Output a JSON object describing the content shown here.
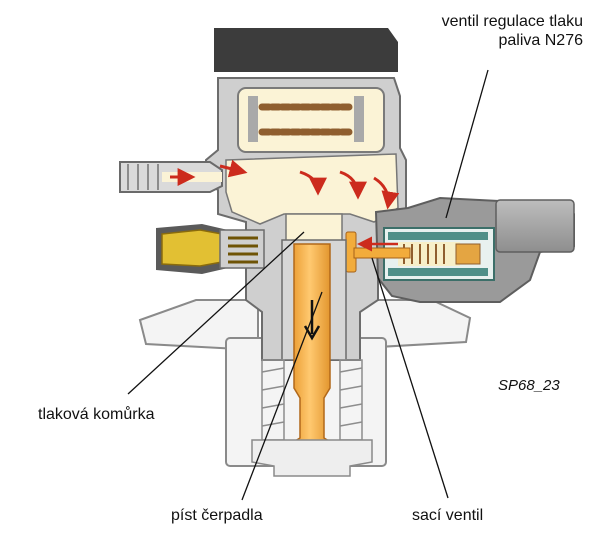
{
  "labels": {
    "regulator_valve_line1": "ventil regulace tlaku",
    "regulator_valve_line2": "paliva N276",
    "pressure_chamber": "tlaková komůrka",
    "pump_piston": "píst čerpadla",
    "intake_valve": "sací ventil",
    "figure_code": "SP68_23"
  },
  "colors": {
    "housing_light": "#d9d9d9",
    "housing_mid": "#a8a8a8",
    "housing_dark": "#7a7a7a",
    "fuel": "#fbf3d6",
    "piston": "#f2ac3c",
    "spring_brown": "#9a6a35",
    "valve_green": "#4f8f88",
    "fitting_yellow": "#e2c033",
    "flow_arrow": "#cc2b1d"
  }
}
